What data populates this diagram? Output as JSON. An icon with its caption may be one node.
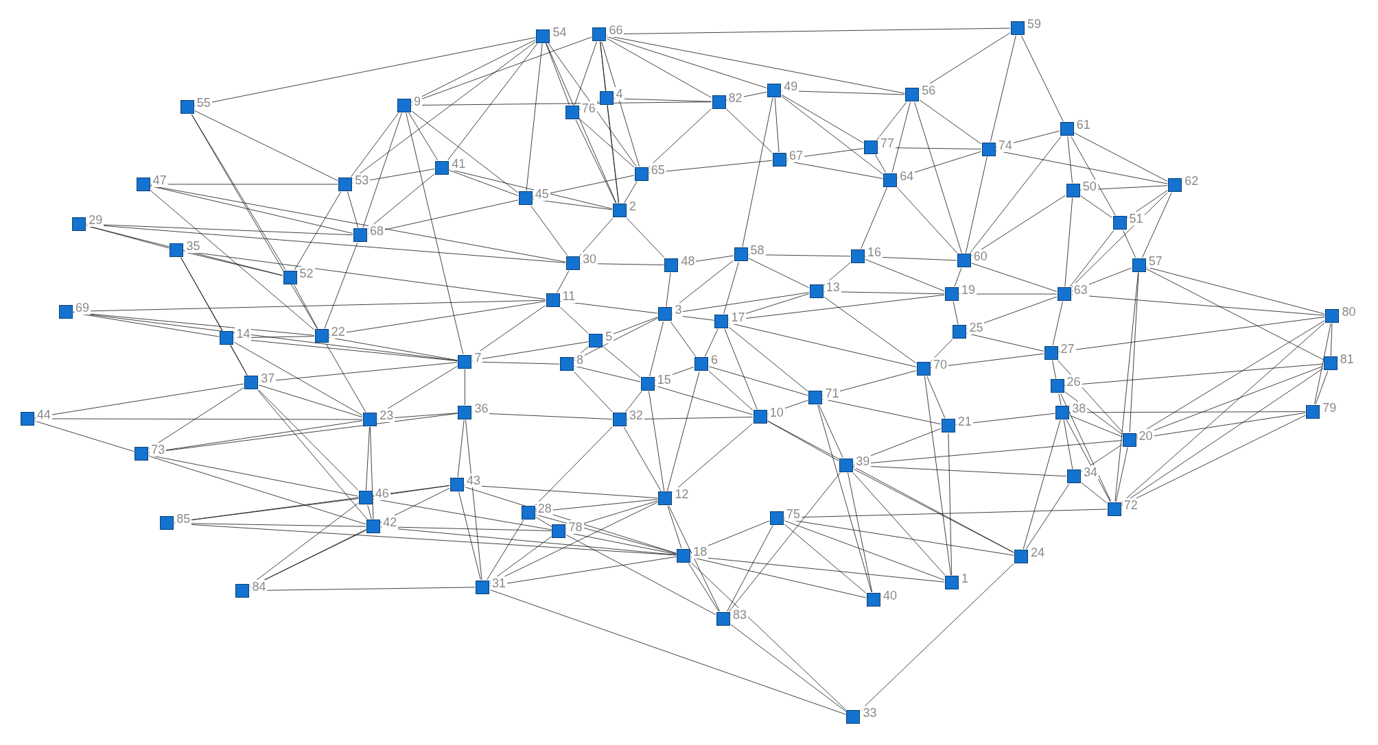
{
  "diagram": {
    "nodes": [
      {
        "text": [],
        "shape": "box",
        "beside": [
          "1"
        ]
      },
      {
        "text": [],
        "shape": "box",
        "beside": [
          "2"
        ]
      },
      {
        "text": [],
        "shape": "box",
        "beside": [
          "3"
        ]
      },
      {
        "text": [],
        "shape": "box",
        "beside": [
          "4"
        ]
      },
      {
        "text": [],
        "shape": "box",
        "beside": [
          "5"
        ]
      },
      {
        "text": [],
        "shape": "box",
        "beside": [
          "6"
        ]
      },
      {
        "text": [],
        "shape": "box",
        "beside": [
          "7"
        ]
      },
      {
        "text": [],
        "shape": "box",
        "beside": [
          "8"
        ]
      },
      {
        "text": [],
        "shape": "box",
        "beside": [
          "9"
        ]
      },
      {
        "text": [],
        "shape": "box",
        "beside": [
          "10"
        ]
      },
      {
        "text": [],
        "shape": "box",
        "beside": [
          "11"
        ]
      },
      {
        "text": [],
        "shape": "box",
        "beside": [
          "12"
        ]
      },
      {
        "text": [],
        "shape": "box",
        "beside": [
          "13"
        ]
      },
      {
        "text": [],
        "shape": "box",
        "beside": [
          "14"
        ]
      },
      {
        "text": [],
        "shape": "box",
        "beside": [
          "15"
        ]
      },
      {
        "text": [],
        "shape": "box",
        "beside": [
          "16"
        ]
      },
      {
        "text": [],
        "shape": "box",
        "beside": [
          "17"
        ]
      },
      {
        "text": [],
        "shape": "box",
        "beside": [
          "18"
        ]
      },
      {
        "text": [],
        "shape": "box",
        "beside": [
          "19"
        ]
      },
      {
        "text": [],
        "shape": "box",
        "beside": [
          "20"
        ]
      },
      {
        "text": [],
        "shape": "box",
        "beside": [
          "21"
        ]
      },
      {
        "text": [],
        "shape": "box",
        "beside": [
          "22"
        ]
      },
      {
        "text": [],
        "shape": "box",
        "beside": [
          "23"
        ]
      },
      {
        "text": [],
        "shape": "box",
        "beside": [
          "24"
        ]
      },
      {
        "text": [],
        "shape": "box",
        "beside": [
          "25"
        ]
      },
      {
        "text": [],
        "shape": "box",
        "beside": [
          "26"
        ]
      },
      {
        "text": [],
        "shape": "box",
        "beside": [
          "27"
        ]
      },
      {
        "text": [],
        "shape": "box",
        "beside": [
          "28"
        ]
      },
      {
        "text": [],
        "shape": "box",
        "beside": [
          "29"
        ]
      },
      {
        "text": [],
        "shape": "box",
        "beside": [
          "30"
        ]
      },
      {
        "text": [],
        "shape": "box",
        "beside": [
          "31"
        ]
      },
      {
        "text": [],
        "shape": "box",
        "beside": [
          "32"
        ]
      },
      {
        "text": [],
        "shape": "box",
        "beside": [
          "33"
        ]
      },
      {
        "text": [],
        "shape": "box",
        "beside": [
          "34"
        ]
      },
      {
        "text": [],
        "shape": "box",
        "beside": [
          "35"
        ]
      },
      {
        "text": [],
        "shape": "box",
        "beside": [
          "36"
        ]
      },
      {
        "text": [],
        "shape": "box",
        "beside": [
          "37"
        ]
      },
      {
        "text": [],
        "shape": "box",
        "beside": [
          "38"
        ]
      },
      {
        "text": [],
        "shape": "box",
        "beside": [
          "39"
        ]
      },
      {
        "text": [],
        "shape": "box",
        "beside": [
          "40"
        ]
      },
      {
        "text": [],
        "shape": "box",
        "beside": [
          "41"
        ]
      },
      {
        "text": [],
        "shape": "box",
        "beside": [
          "42"
        ]
      },
      {
        "text": [],
        "shape": "box",
        "beside": [
          "43"
        ]
      },
      {
        "text": [],
        "shape": "box",
        "beside": [
          "44"
        ]
      },
      {
        "text": [],
        "shape": "box",
        "beside": [
          "45"
        ]
      },
      {
        "text": [],
        "shape": "box",
        "beside": [
          "46"
        ]
      },
      {
        "text": [],
        "shape": "box",
        "beside": [
          "47"
        ]
      },
      {
        "text": [],
        "shape": "box",
        "beside": [
          "48"
        ]
      },
      {
        "text": [],
        "shape": "box",
        "beside": [
          "49"
        ]
      },
      {
        "text": [],
        "shape": "box",
        "beside": [
          "50"
        ]
      },
      {
        "text": [],
        "shape": "box",
        "beside": [
          "51"
        ]
      },
      {
        "text": [],
        "shape": "box",
        "beside": [
          "52"
        ]
      },
      {
        "text": [],
        "shape": "box",
        "beside": [
          "53"
        ]
      },
      {
        "text": [],
        "shape": "box",
        "beside": [
          "54"
        ]
      },
      {
        "text": [],
        "shape": "box",
        "beside": [
          "55"
        ]
      },
      {
        "text": [],
        "shape": "box",
        "beside": [
          "56"
        ]
      },
      {
        "text": [],
        "shape": "box",
        "beside": [
          "57"
        ]
      },
      {
        "text": [],
        "shape": "box",
        "beside": [
          "58"
        ]
      },
      {
        "text": [],
        "shape": "box",
        "beside": [
          "59"
        ]
      },
      {
        "text": [],
        "shape": "box",
        "beside": [
          "60"
        ]
      },
      {
        "text": [],
        "shape": "box",
        "beside": [
          "61"
        ]
      },
      {
        "text": [],
        "shape": "box",
        "beside": [
          "62"
        ]
      },
      {
        "text": [],
        "shape": "box",
        "beside": [
          "63"
        ]
      },
      {
        "text": [],
        "shape": "box",
        "beside": [
          "64"
        ]
      },
      {
        "text": [],
        "shape": "box",
        "beside": [
          "65"
        ]
      },
      {
        "text": [],
        "shape": "box",
        "beside": [
          "66"
        ]
      },
      {
        "text": [],
        "shape": "box",
        "beside": [
          "67"
        ]
      },
      {
        "text": [],
        "shape": "box",
        "beside": [
          "68"
        ]
      },
      {
        "text": [],
        "shape": "box",
        "beside": [
          "69"
        ]
      },
      {
        "text": [],
        "shape": "box",
        "beside": [
          "70"
        ]
      },
      {
        "text": [],
        "shape": "box",
        "beside": [
          "71"
        ]
      },
      {
        "text": [],
        "shape": "box",
        "beside": [
          "72"
        ]
      },
      {
        "text": [],
        "shape": "box",
        "beside": [
          "73"
        ]
      },
      {
        "text": [],
        "shape": "box",
        "beside": [
          "74"
        ]
      },
      {
        "text": [],
        "shape": "box",
        "beside": [
          "75"
        ]
      },
      {
        "text": [],
        "shape": "box",
        "beside": [
          "76"
        ]
      },
      {
        "text": [],
        "shape": "box",
        "beside": [
          "77"
        ]
      },
      {
        "text": [],
        "shape": "box",
        "beside": [
          "78"
        ]
      },
      {
        "text": [],
        "shape": "box",
        "beside": [
          "79"
        ]
      },
      {
        "text": [],
        "shape": "box",
        "beside": [
          "80"
        ]
      },
      {
        "text": [],
        "shape": "box",
        "beside": [
          "81"
        ]
      },
      {
        "text": [],
        "shape": "box",
        "beside": [
          "82"
        ]
      },
      {
        "text": [],
        "shape": "box",
        "beside": [
          "83"
        ]
      },
      {
        "text": [],
        "shape": "box",
        "beside": [
          "84"
        ]
      },
      {
        "text": [],
        "shape": "box",
        "beside": [
          "85"
        ]
      }
    ],
    "edges": [
      {
        "from": 58,
        "to": 65,
        "arrow": "none"
      },
      {
        "from": 58,
        "to": 55,
        "arrow": "none"
      },
      {
        "from": 58,
        "to": 60,
        "arrow": "none"
      },
      {
        "from": 58,
        "to": 73,
        "arrow": "none"
      },
      {
        "from": 53,
        "to": 54,
        "arrow": "none"
      },
      {
        "from": 53,
        "to": 8,
        "arrow": "none"
      },
      {
        "from": 53,
        "to": 52,
        "arrow": "none"
      },
      {
        "from": 53,
        "to": 75,
        "arrow": "none"
      },
      {
        "from": 53,
        "to": 64,
        "arrow": "none"
      },
      {
        "from": 53,
        "to": 1,
        "arrow": "none"
      },
      {
        "from": 53,
        "to": 44,
        "arrow": "none"
      },
      {
        "from": 53,
        "to": 40,
        "arrow": "none"
      },
      {
        "from": 65,
        "to": 75,
        "arrow": "none"
      },
      {
        "from": 65,
        "to": 3,
        "arrow": "none"
      },
      {
        "from": 65,
        "to": 64,
        "arrow": "none"
      },
      {
        "from": 65,
        "to": 1,
        "arrow": "none"
      },
      {
        "from": 65,
        "to": 81,
        "arrow": "none"
      },
      {
        "from": 65,
        "to": 48,
        "arrow": "none"
      },
      {
        "from": 65,
        "to": 55,
        "arrow": "none"
      },
      {
        "from": 65,
        "to": 8,
        "arrow": "none"
      },
      {
        "from": 54,
        "to": 52,
        "arrow": "none"
      },
      {
        "from": 54,
        "to": 51,
        "arrow": "none"
      },
      {
        "from": 54,
        "to": 21,
        "arrow": "none"
      },
      {
        "from": 8,
        "to": 52,
        "arrow": "none"
      },
      {
        "from": 8,
        "to": 67,
        "arrow": "none"
      },
      {
        "from": 8,
        "to": 6,
        "arrow": "none"
      },
      {
        "from": 8,
        "to": 40,
        "arrow": "none"
      },
      {
        "from": 8,
        "to": 81,
        "arrow": "none"
      },
      {
        "from": 8,
        "to": 44,
        "arrow": "none"
      },
      {
        "from": 48,
        "to": 55,
        "arrow": "none"
      },
      {
        "from": 48,
        "to": 81,
        "arrow": "none"
      },
      {
        "from": 48,
        "to": 66,
        "arrow": "none"
      },
      {
        "from": 48,
        "to": 76,
        "arrow": "none"
      },
      {
        "from": 48,
        "to": 63,
        "arrow": "none"
      },
      {
        "from": 48,
        "to": 57,
        "arrow": "none"
      },
      {
        "from": 55,
        "to": 76,
        "arrow": "none"
      },
      {
        "from": 55,
        "to": 73,
        "arrow": "none"
      },
      {
        "from": 55,
        "to": 63,
        "arrow": "none"
      },
      {
        "from": 55,
        "to": 59,
        "arrow": "none"
      },
      {
        "from": 60,
        "to": 73,
        "arrow": "none"
      },
      {
        "from": 60,
        "to": 49,
        "arrow": "none"
      },
      {
        "from": 60,
        "to": 61,
        "arrow": "none"
      },
      {
        "from": 60,
        "to": 50,
        "arrow": "none"
      },
      {
        "from": 60,
        "to": 59,
        "arrow": "none"
      },
      {
        "from": 61,
        "to": 49,
        "arrow": "none"
      },
      {
        "from": 61,
        "to": 50,
        "arrow": "none"
      },
      {
        "from": 61,
        "to": 56,
        "arrow": "none"
      },
      {
        "from": 61,
        "to": 62,
        "arrow": "none"
      },
      {
        "from": 61,
        "to": 73,
        "arrow": "none"
      },
      {
        "from": 79,
        "to": 80,
        "arrow": "none"
      },
      {
        "from": 79,
        "to": 78,
        "arrow": "none"
      },
      {
        "from": 79,
        "to": 56,
        "arrow": "none"
      },
      {
        "from": 79,
        "to": 62,
        "arrow": "none"
      },
      {
        "from": 79,
        "to": 26,
        "arrow": "none"
      },
      {
        "from": 79,
        "to": 19,
        "arrow": "none"
      },
      {
        "from": 79,
        "to": 71,
        "arrow": "none"
      },
      {
        "from": 80,
        "to": 78,
        "arrow": "none"
      },
      {
        "from": 80,
        "to": 56,
        "arrow": "none"
      },
      {
        "from": 80,
        "to": 25,
        "arrow": "none"
      },
      {
        "from": 80,
        "to": 19,
        "arrow": "none"
      },
      {
        "from": 80,
        "to": 71,
        "arrow": "none"
      },
      {
        "from": 78,
        "to": 19,
        "arrow": "none"
      },
      {
        "from": 78,
        "to": 71,
        "arrow": "none"
      },
      {
        "from": 78,
        "to": 37,
        "arrow": "none"
      },
      {
        "from": 56,
        "to": 71,
        "arrow": "none"
      },
      {
        "from": 56,
        "to": 19,
        "arrow": "none"
      },
      {
        "from": 56,
        "to": 62,
        "arrow": "none"
      },
      {
        "from": 56,
        "to": 50,
        "arrow": "none"
      },
      {
        "from": 32,
        "to": 30,
        "arrow": "none"
      },
      {
        "from": 32,
        "to": 23,
        "arrow": "none"
      },
      {
        "from": 32,
        "to": 82,
        "arrow": "none"
      },
      {
        "from": 32,
        "to": 17,
        "arrow": "none"
      },
      {
        "from": 83,
        "to": 30,
        "arrow": "none"
      },
      {
        "from": 83,
        "to": 45,
        "arrow": "none"
      },
      {
        "from": 83,
        "to": 42,
        "arrow": "none"
      },
      {
        "from": 83,
        "to": 41,
        "arrow": "none"
      },
      {
        "from": 84,
        "to": 41,
        "arrow": "none"
      },
      {
        "from": 84,
        "to": 45,
        "arrow": "none"
      },
      {
        "from": 84,
        "to": 17,
        "arrow": "none"
      },
      {
        "from": 84,
        "to": 42,
        "arrow": "none"
      },
      {
        "from": 43,
        "to": 72,
        "arrow": "none"
      },
      {
        "from": 43,
        "to": 36,
        "arrow": "none"
      },
      {
        "from": 43,
        "to": 22,
        "arrow": "none"
      },
      {
        "from": 72,
        "to": 36,
        "arrow": "none"
      },
      {
        "from": 72,
        "to": 22,
        "arrow": "none"
      },
      {
        "from": 72,
        "to": 35,
        "arrow": "none"
      },
      {
        "from": 72,
        "to": 45,
        "arrow": "none"
      },
      {
        "from": 72,
        "to": 41,
        "arrow": "none"
      },
      {
        "from": 68,
        "to": 21,
        "arrow": "none"
      },
      {
        "from": 68,
        "to": 13,
        "arrow": "none"
      },
      {
        "from": 68,
        "to": 10,
        "arrow": "none"
      },
      {
        "from": 68,
        "to": 6,
        "arrow": "none"
      },
      {
        "from": 28,
        "to": 34,
        "arrow": "none"
      },
      {
        "from": 28,
        "to": 67,
        "arrow": "none"
      },
      {
        "from": 28,
        "to": 29,
        "arrow": "none"
      },
      {
        "from": 28,
        "to": 51,
        "arrow": "none"
      },
      {
        "from": 46,
        "to": 52,
        "arrow": "none"
      },
      {
        "from": 46,
        "to": 67,
        "arrow": "none"
      },
      {
        "from": 46,
        "to": 21,
        "arrow": "none"
      },
      {
        "from": 46,
        "to": 29,
        "arrow": "none"
      },
      {
        "from": 34,
        "to": 51,
        "arrow": "none"
      },
      {
        "from": 34,
        "to": 36,
        "arrow": "none"
      },
      {
        "from": 34,
        "to": 13,
        "arrow": "none"
      },
      {
        "from": 34,
        "to": 10,
        "arrow": "none"
      },
      {
        "from": 13,
        "to": 36,
        "arrow": "none"
      },
      {
        "from": 13,
        "to": 21,
        "arrow": "none"
      },
      {
        "from": 13,
        "to": 6,
        "arrow": "none"
      },
      {
        "from": 13,
        "to": 22,
        "arrow": "none"
      },
      {
        "from": 36,
        "to": 45,
        "arrow": "none"
      },
      {
        "from": 36,
        "to": 22,
        "arrow": "none"
      },
      {
        "from": 36,
        "to": 41,
        "arrow": "none"
      },
      {
        "from": 36,
        "to": 6,
        "arrow": "none"
      },
      {
        "from": 51,
        "to": 21,
        "arrow": "none"
      },
      {
        "from": 51,
        "to": 52,
        "arrow": "none"
      },
      {
        "from": 30,
        "to": 42,
        "arrow": "none"
      },
      {
        "from": 30,
        "to": 35,
        "arrow": "none"
      },
      {
        "from": 30,
        "to": 27,
        "arrow": "none"
      },
      {
        "from": 30,
        "to": 17,
        "arrow": "none"
      },
      {
        "from": 30,
        "to": 11,
        "arrow": "none"
      },
      {
        "from": 30,
        "to": 77,
        "arrow": "none"
      },
      {
        "from": 82,
        "to": 17,
        "arrow": "none"
      },
      {
        "from": 82,
        "to": 11,
        "arrow": "none"
      },
      {
        "from": 82,
        "to": 74,
        "arrow": "none"
      },
      {
        "from": 82,
        "to": 38,
        "arrow": "none"
      },
      {
        "from": 82,
        "to": 77,
        "arrow": "none"
      },
      {
        "from": 39,
        "to": 74,
        "arrow": "none"
      },
      {
        "from": 39,
        "to": 38,
        "arrow": "none"
      },
      {
        "from": 39,
        "to": 70,
        "arrow": "none"
      },
      {
        "from": 39,
        "to": 17,
        "arrow": "none"
      },
      {
        "from": 0,
        "to": 20,
        "arrow": "none"
      },
      {
        "from": 0,
        "to": 69,
        "arrow": "none"
      },
      {
        "from": 0,
        "to": 38,
        "arrow": "none"
      },
      {
        "from": 0,
        "to": 74,
        "arrow": "none"
      },
      {
        "from": 0,
        "to": 17,
        "arrow": "none"
      },
      {
        "from": 23,
        "to": 33,
        "arrow": "none"
      },
      {
        "from": 23,
        "to": 38,
        "arrow": "none"
      },
      {
        "from": 23,
        "to": 37,
        "arrow": "none"
      },
      {
        "from": 23,
        "to": 74,
        "arrow": "none"
      },
      {
        "from": 23,
        "to": 9,
        "arrow": "none"
      },
      {
        "from": 71,
        "to": 33,
        "arrow": "none"
      },
      {
        "from": 71,
        "to": 37,
        "arrow": "none"
      },
      {
        "from": 71,
        "to": 19,
        "arrow": "none"
      },
      {
        "from": 71,
        "to": 25,
        "arrow": "none"
      },
      {
        "from": 71,
        "to": 74,
        "arrow": "none"
      },
      {
        "from": 19,
        "to": 37,
        "arrow": "none"
      },
      {
        "from": 19,
        "to": 25,
        "arrow": "none"
      },
      {
        "from": 19,
        "to": 26,
        "arrow": "none"
      },
      {
        "from": 19,
        "to": 33,
        "arrow": "none"
      },
      {
        "from": 19,
        "to": 38,
        "arrow": "none"
      },
      {
        "from": 33,
        "to": 37,
        "arrow": "none"
      },
      {
        "from": 33,
        "to": 38,
        "arrow": "none"
      },
      {
        "from": 17,
        "to": 11,
        "arrow": "none"
      },
      {
        "from": 17,
        "to": 77,
        "arrow": "none"
      },
      {
        "from": 17,
        "to": 27,
        "arrow": "none"
      },
      {
        "from": 17,
        "to": 42,
        "arrow": "none"
      },
      {
        "from": 17,
        "to": 74,
        "arrow": "none"
      },
      {
        "from": 17,
        "to": 41,
        "arrow": "none"
      },
      {
        "from": 11,
        "to": 14,
        "arrow": "none"
      },
      {
        "from": 11,
        "to": 31,
        "arrow": "none"
      },
      {
        "from": 11,
        "to": 5,
        "arrow": "none"
      },
      {
        "from": 11,
        "to": 9,
        "arrow": "none"
      },
      {
        "from": 11,
        "to": 42,
        "arrow": "none"
      },
      {
        "from": 11,
        "to": 27,
        "arrow": "none"
      },
      {
        "from": 11,
        "to": 77,
        "arrow": "none"
      },
      {
        "from": 77,
        "to": 27,
        "arrow": "none"
      },
      {
        "from": 77,
        "to": 41,
        "arrow": "none"
      },
      {
        "from": 77,
        "to": 45,
        "arrow": "none"
      },
      {
        "from": 41,
        "to": 45,
        "arrow": "none"
      },
      {
        "from": 41,
        "to": 22,
        "arrow": "none"
      },
      {
        "from": 45,
        "to": 22,
        "arrow": "none"
      },
      {
        "from": 45,
        "to": 42,
        "arrow": "none"
      },
      {
        "from": 42,
        "to": 35,
        "arrow": "none"
      },
      {
        "from": 35,
        "to": 6,
        "arrow": "none"
      },
      {
        "from": 35,
        "to": 22,
        "arrow": "none"
      },
      {
        "from": 35,
        "to": 31,
        "arrow": "none"
      },
      {
        "from": 27,
        "to": 31,
        "arrow": "none"
      },
      {
        "from": 2,
        "to": 16,
        "arrow": "none"
      },
      {
        "from": 2,
        "to": 4,
        "arrow": "none"
      },
      {
        "from": 2,
        "to": 5,
        "arrow": "none"
      },
      {
        "from": 2,
        "to": 14,
        "arrow": "none"
      },
      {
        "from": 2,
        "to": 7,
        "arrow": "none"
      },
      {
        "from": 2,
        "to": 10,
        "arrow": "none"
      },
      {
        "from": 2,
        "to": 47,
        "arrow": "none"
      },
      {
        "from": 2,
        "to": 57,
        "arrow": "none"
      },
      {
        "from": 2,
        "to": 12,
        "arrow": "none"
      },
      {
        "from": 16,
        "to": 5,
        "arrow": "none"
      },
      {
        "from": 16,
        "to": 12,
        "arrow": "none"
      },
      {
        "from": 16,
        "to": 57,
        "arrow": "none"
      },
      {
        "from": 16,
        "to": 9,
        "arrow": "none"
      },
      {
        "from": 16,
        "to": 18,
        "arrow": "none"
      },
      {
        "from": 16,
        "to": 69,
        "arrow": "none"
      },
      {
        "from": 16,
        "to": 70,
        "arrow": "none"
      },
      {
        "from": 4,
        "to": 7,
        "arrow": "none"
      },
      {
        "from": 4,
        "to": 10,
        "arrow": "none"
      },
      {
        "from": 4,
        "to": 14,
        "arrow": "none"
      },
      {
        "from": 4,
        "to": 6,
        "arrow": "none"
      },
      {
        "from": 7,
        "to": 14,
        "arrow": "none"
      },
      {
        "from": 7,
        "to": 6,
        "arrow": "none"
      },
      {
        "from": 7,
        "to": 31,
        "arrow": "none"
      },
      {
        "from": 5,
        "to": 14,
        "arrow": "none"
      },
      {
        "from": 5,
        "to": 9,
        "arrow": "none"
      },
      {
        "from": 5,
        "to": 70,
        "arrow": "none"
      },
      {
        "from": 10,
        "to": 29,
        "arrow": "none"
      },
      {
        "from": 10,
        "to": 6,
        "arrow": "none"
      },
      {
        "from": 10,
        "to": 21,
        "arrow": "none"
      },
      {
        "from": 29,
        "to": 47,
        "arrow": "none"
      },
      {
        "from": 29,
        "to": 1,
        "arrow": "none"
      },
      {
        "from": 29,
        "to": 44,
        "arrow": "none"
      },
      {
        "from": 47,
        "to": 57,
        "arrow": "none"
      },
      {
        "from": 47,
        "to": 1,
        "arrow": "none"
      },
      {
        "from": 57,
        "to": 15,
        "arrow": "none"
      },
      {
        "from": 57,
        "to": 12,
        "arrow": "none"
      },
      {
        "from": 15,
        "to": 12,
        "arrow": "none"
      },
      {
        "from": 15,
        "to": 59,
        "arrow": "none"
      },
      {
        "from": 15,
        "to": 18,
        "arrow": "none"
      },
      {
        "from": 15,
        "to": 63,
        "arrow": "none"
      },
      {
        "from": 12,
        "to": 18,
        "arrow": "none"
      },
      {
        "from": 12,
        "to": 69,
        "arrow": "none"
      },
      {
        "from": 18,
        "to": 59,
        "arrow": "none"
      },
      {
        "from": 18,
        "to": 62,
        "arrow": "none"
      },
      {
        "from": 18,
        "to": 24,
        "arrow": "none"
      },
      {
        "from": 24,
        "to": 69,
        "arrow": "none"
      },
      {
        "from": 24,
        "to": 26,
        "arrow": "none"
      },
      {
        "from": 24,
        "to": 62,
        "arrow": "none"
      },
      {
        "from": 69,
        "to": 20,
        "arrow": "none"
      },
      {
        "from": 69,
        "to": 26,
        "arrow": "none"
      },
      {
        "from": 69,
        "to": 70,
        "arrow": "none"
      },
      {
        "from": 70,
        "to": 9,
        "arrow": "none"
      },
      {
        "from": 70,
        "to": 38,
        "arrow": "none"
      },
      {
        "from": 70,
        "to": 20,
        "arrow": "none"
      },
      {
        "from": 9,
        "to": 38,
        "arrow": "none"
      },
      {
        "from": 9,
        "to": 31,
        "arrow": "none"
      },
      {
        "from": 20,
        "to": 37,
        "arrow": "none"
      },
      {
        "from": 20,
        "to": 38,
        "arrow": "none"
      },
      {
        "from": 26,
        "to": 25,
        "arrow": "none"
      },
      {
        "from": 26,
        "to": 62,
        "arrow": "none"
      },
      {
        "from": 25,
        "to": 37,
        "arrow": "none"
      },
      {
        "from": 62,
        "to": 59,
        "arrow": "none"
      },
      {
        "from": 62,
        "to": 49,
        "arrow": "none"
      },
      {
        "from": 62,
        "to": 50,
        "arrow": "none"
      },
      {
        "from": 59,
        "to": 49,
        "arrow": "none"
      },
      {
        "from": 59,
        "to": 73,
        "arrow": "none"
      },
      {
        "from": 59,
        "to": 63,
        "arrow": "none"
      },
      {
        "from": 63,
        "to": 76,
        "arrow": "none"
      },
      {
        "from": 63,
        "to": 73,
        "arrow": "none"
      },
      {
        "from": 63,
        "to": 66,
        "arrow": "none"
      },
      {
        "from": 66,
        "to": 76,
        "arrow": "none"
      },
      {
        "from": 66,
        "to": 81,
        "arrow": "none"
      },
      {
        "from": 66,
        "to": 64,
        "arrow": "none"
      },
      {
        "from": 64,
        "to": 1,
        "arrow": "none"
      },
      {
        "from": 64,
        "to": 75,
        "arrow": "none"
      },
      {
        "from": 64,
        "to": 44,
        "arrow": "none"
      },
      {
        "from": 1,
        "to": 44,
        "arrow": "none"
      },
      {
        "from": 1,
        "to": 40,
        "arrow": "none"
      },
      {
        "from": 40,
        "to": 44,
        "arrow": "none"
      },
      {
        "from": 40,
        "to": 52,
        "arrow": "none"
      },
      {
        "from": 40,
        "to": 67,
        "arrow": "none"
      },
      {
        "from": 44,
        "to": 67,
        "arrow": "none"
      },
      {
        "from": 52,
        "to": 67,
        "arrow": "none"
      },
      {
        "from": 67,
        "to": 21,
        "arrow": "none"
      },
      {
        "from": 75,
        "to": 3,
        "arrow": "none"
      },
      {
        "from": 3,
        "to": 81,
        "arrow": "none"
      },
      {
        "from": 75,
        "to": 1,
        "arrow": "none"
      },
      {
        "from": 3,
        "to": 1,
        "arrow": "none"
      },
      {
        "from": 81,
        "to": 64,
        "arrow": "none"
      },
      {
        "from": 49,
        "to": 50,
        "arrow": "none"
      },
      {
        "from": 73,
        "to": 76,
        "arrow": "none"
      },
      {
        "from": 21,
        "to": 6,
        "arrow": "none"
      },
      {
        "from": 21,
        "to": 22,
        "arrow": "none"
      },
      {
        "from": 22,
        "to": 6,
        "arrow": "none"
      },
      {
        "from": 31,
        "to": 14,
        "arrow": "none"
      },
      {
        "from": 14,
        "to": 9,
        "arrow": "none"
      }
    ]
  }
}
